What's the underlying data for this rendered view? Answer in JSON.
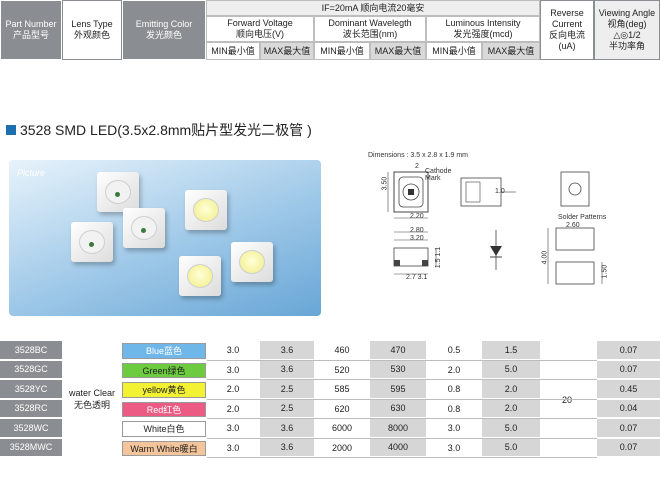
{
  "header": {
    "part_number": "Part Number",
    "part_number_cn": "产品型号",
    "lens_type": "Lens Type",
    "lens_type_cn": "外观颜色",
    "emitting_color": "Emitting Color",
    "emitting_color_cn": "发光颜色",
    "condition": "IF=20mA 顺向电流20毫安",
    "forward_voltage": "Forward Voltage",
    "forward_voltage_cn": "顺向电压(V)",
    "dominant_wavelength": "Dominant Wavelegth",
    "dominant_wavelength_cn": "波长范围(nm)",
    "luminous_intensity": "Luminous Intensity",
    "luminous_intensity_cn": "发光强度(mcd)",
    "min": "MIN最小值",
    "max": "MAX最大值",
    "reverse_current": "Reverse Current",
    "reverse_current_cn": "反向电流",
    "reverse_current_unit": "(uA)",
    "viewing_angle": "Viewing Angle",
    "viewing_angle_cn": "视角(deg)",
    "viewing_angle_sym": "△◎1/2",
    "viewing_angle_sym_cn": "半功率角"
  },
  "section": {
    "title": "3528 SMD LED(3.5x2.8mm贴片型发光二极管 )"
  },
  "photo": {
    "label": "Picture"
  },
  "diagram": {
    "dimensions": "Dimensions : 3.5 x 2.8 x 1.9 mm",
    "cathode": "Cathode Mark",
    "solder": "Solder Patterns",
    "d_220": "2.20",
    "d_280": "2.80",
    "d_320": "3.20",
    "d_350": "3.50",
    "d_27": "2.7 3.1",
    "d_15": "1.5 1.1",
    "d_10": "1.0",
    "d_4": "4.00",
    "d_260": "2.60",
    "d_150": "1.50",
    "d_2": "2"
  },
  "table": {
    "lens": "water Clear",
    "lens_cn": "无色透明",
    "reverse_current": "20",
    "rows": [
      {
        "part": "3528BC",
        "color": "Blue蓝色",
        "swatch": "#6fb7e8",
        "vf_min": "3.0",
        "vf_max": "3.6",
        "wl_min": "460",
        "wl_max": "470",
        "iv_min": "0.5",
        "iv_max": "1.5",
        "angle": "0.07"
      },
      {
        "part": "3528GC",
        "color": "Green绿色",
        "swatch": "#6ccb3f",
        "vf_min": "3.0",
        "vf_max": "3.6",
        "wl_min": "520",
        "wl_max": "530",
        "iv_min": "2.0",
        "iv_max": "5.0",
        "angle": "0.07"
      },
      {
        "part": "3528YC",
        "color": "yellow黄色",
        "swatch": "#f3f232",
        "vf_min": "2.0",
        "vf_max": "2.5",
        "wl_min": "585",
        "wl_max": "595",
        "iv_min": "0.8",
        "iv_max": "2.0",
        "angle": "0.45"
      },
      {
        "part": "3528RC",
        "color": "Red红色",
        "swatch": "#ec5b84",
        "vf_min": "2.0",
        "vf_max": "2.5",
        "wl_min": "620",
        "wl_max": "630",
        "iv_min": "0.8",
        "iv_max": "2.0",
        "angle": "0.04"
      },
      {
        "part": "3528WC",
        "color": "White白色",
        "swatch": "#ffffff",
        "vf_min": "3.0",
        "vf_max": "3.6",
        "wl_min": "6000",
        "wl_max": "8000",
        "iv_min": "3.0",
        "iv_max": "5.0",
        "angle": "0.07"
      },
      {
        "part": "3528MWC",
        "color": "Warm White暖白",
        "swatch": "#f4c49a",
        "vf_min": "3.0",
        "vf_max": "3.6",
        "wl_min": "2000",
        "wl_max": "4000",
        "iv_min": "3.0",
        "iv_max": "5.0",
        "angle": "0.07"
      }
    ]
  }
}
